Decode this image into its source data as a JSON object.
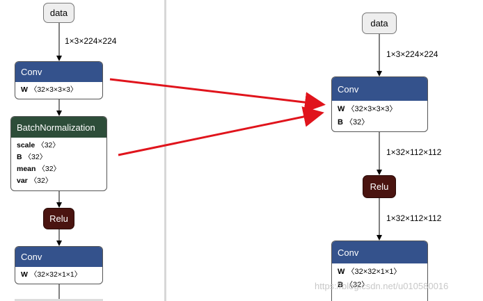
{
  "left": {
    "input": {
      "label": "data"
    },
    "edge1": "1×3×224×224",
    "conv1": {
      "title": "Conv",
      "attrs": [
        {
          "k": "W",
          "v": "〈32×3×3×3〉"
        }
      ]
    },
    "bn": {
      "title": "BatchNormalization",
      "attrs": [
        {
          "k": "scale",
          "v": "〈32〉"
        },
        {
          "k": "B",
          "v": "〈32〉"
        },
        {
          "k": "mean",
          "v": "〈32〉"
        },
        {
          "k": "var",
          "v": "〈32〉"
        }
      ]
    },
    "relu": {
      "title": "Relu"
    },
    "conv2": {
      "title": "Conv",
      "attrs": [
        {
          "k": "W",
          "v": "〈32×32×1×1〉"
        }
      ]
    }
  },
  "right": {
    "input": {
      "label": "data"
    },
    "edge1": "1×3×224×224",
    "conv1": {
      "title": "Conv",
      "attrs": [
        {
          "k": "W",
          "v": "〈32×3×3×3〉"
        },
        {
          "k": "B",
          "v": "〈32〉"
        }
      ]
    },
    "edge2": "1×32×112×112",
    "relu": {
      "title": "Relu"
    },
    "edge3": "1×32×112×112",
    "conv2": {
      "title": "Conv",
      "attrs": [
        {
          "k": "W",
          "v": "〈32×32×1×1〉"
        },
        {
          "k": "B",
          "v": "〈32〉"
        }
      ]
    }
  },
  "watermark": "https://blog.csdn.net/u010580016",
  "colors": {
    "conv": "#34528c",
    "bn": "#2d4d39",
    "relu": "#4a1410",
    "arrow": "#e0141c"
  }
}
